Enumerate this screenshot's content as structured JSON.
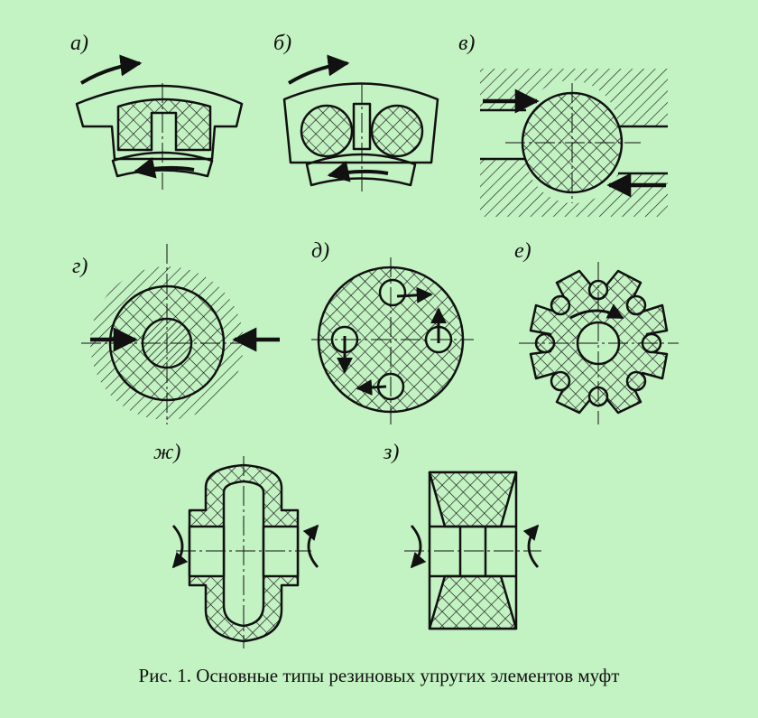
{
  "panels": [
    {
      "key": "a",
      "label": "а)"
    },
    {
      "key": "b",
      "label": "б)"
    },
    {
      "key": "v",
      "label": "в)"
    },
    {
      "key": "g",
      "label": "г)"
    },
    {
      "key": "d",
      "label": "д)"
    },
    {
      "key": "e",
      "label": "е)"
    },
    {
      "key": "zh",
      "label": "ж)"
    },
    {
      "key": "z",
      "label": "з)"
    }
  ],
  "caption": "Рис. 1. Основные типы резиновых упругих элементов муфт",
  "colors": {
    "background": "#c3f2c3",
    "ink": "#111111"
  }
}
